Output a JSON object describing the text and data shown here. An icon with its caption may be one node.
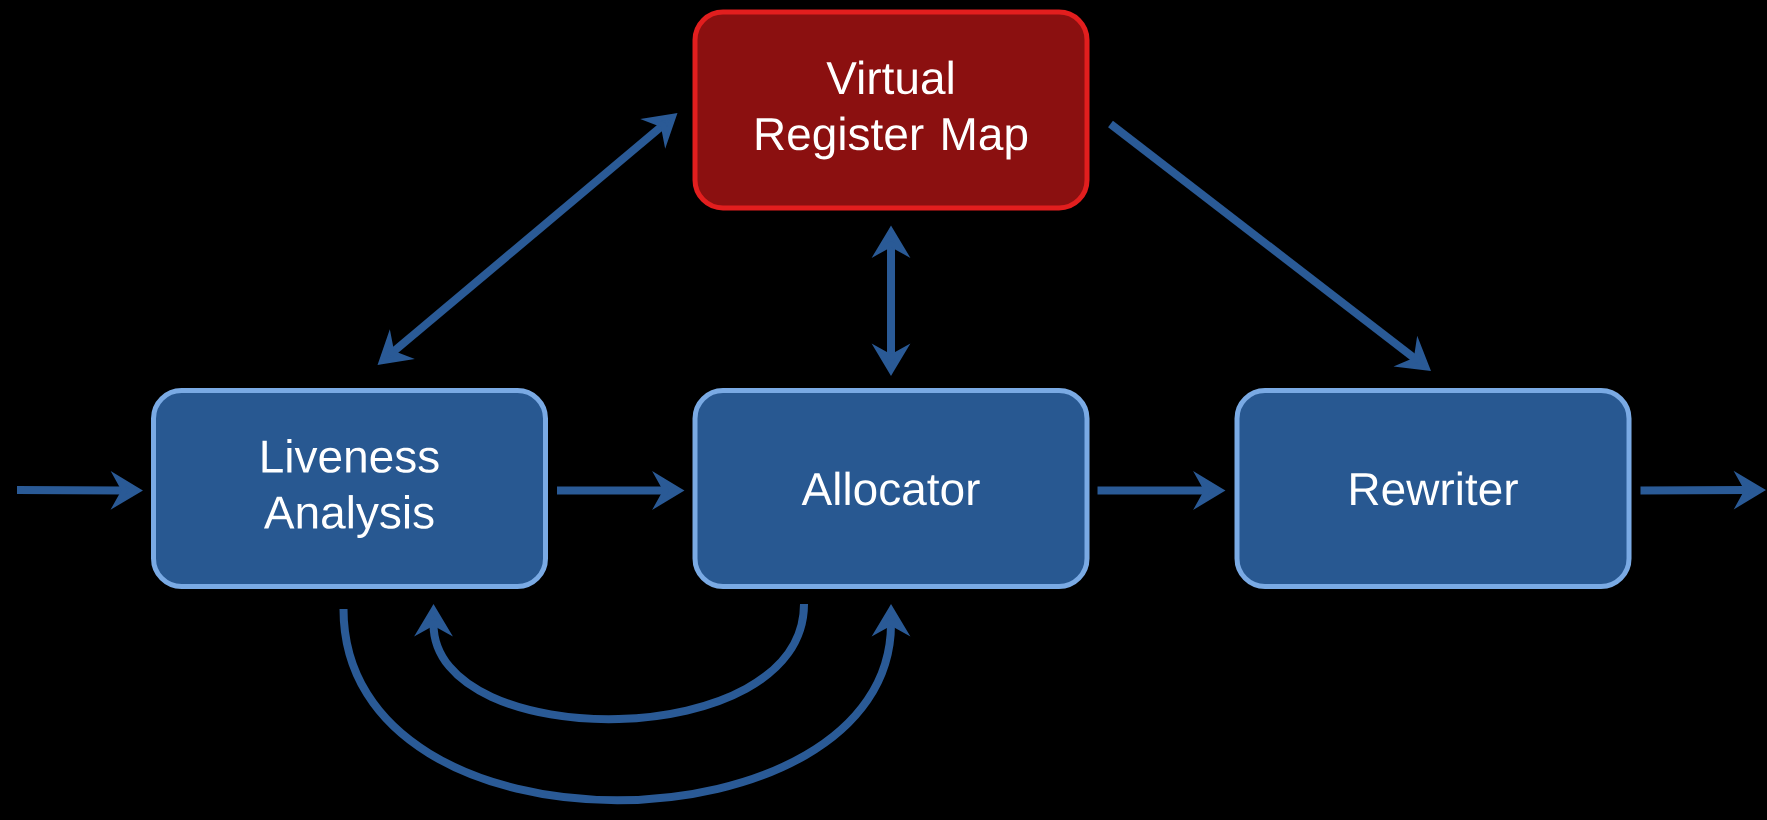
{
  "diagram": {
    "nodes": [
      {
        "text": [
          "Virtual Register Map"
        ]
      },
      {
        "text": [
          "Liveness Analysis"
        ]
      },
      {
        "text": [
          "Allocator"
        ]
      },
      {
        "text": [
          "Rewriter"
        ]
      }
    ],
    "edges": [
      {
        "from": null,
        "to": 1,
        "arrow": "to"
      },
      {
        "from": 1,
        "to": 2,
        "arrow": "to"
      },
      {
        "from": 2,
        "to": 3,
        "arrow": "to"
      },
      {
        "from": 3,
        "to": null,
        "arrow": "to"
      },
      {
        "from": 1,
        "to": 0,
        "arrow": "both"
      },
      {
        "from": 2,
        "to": 0,
        "arrow": "both"
      },
      {
        "from": 0,
        "to": 3,
        "arrow": "to"
      },
      {
        "from": 2,
        "to": 1,
        "arrow": "to"
      },
      {
        "from": 1,
        "to": 2,
        "arrow": "to"
      }
    ]
  }
}
